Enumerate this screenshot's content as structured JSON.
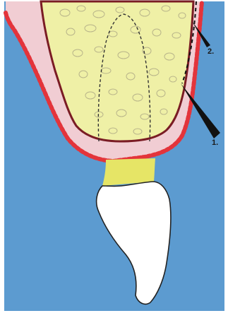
{
  "colors": {
    "background_blue": "#5c9bd0",
    "gingiva_pink": "#f1cdd3",
    "gingiva_red": "#e3343b",
    "bone_yellow": "#eff0a6",
    "bone_border": "#7a1c24",
    "marrow_outline": "#b8b48a",
    "crown_white": "#ffffff",
    "root_band_yellow": "#e6e566",
    "line_black": "#111111"
  },
  "callouts": [
    {
      "id": "1",
      "label": "1."
    },
    {
      "id": "2",
      "label": "2."
    }
  ]
}
